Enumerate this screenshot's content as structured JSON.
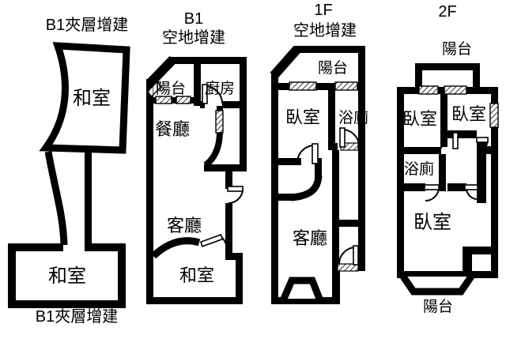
{
  "page": {
    "background": "#ffffff",
    "wall_color": "#000000",
    "type": "apartment floor plans, 4 levels"
  },
  "plans": {
    "b1_mezzanine": {
      "title_top": "B1夾層增建",
      "title_bottom": "B1夾層增建",
      "rooms": {
        "upper": "和室",
        "lower": "和室"
      }
    },
    "b1_annex": {
      "title_line1": "B1",
      "title_line2": "空地增建",
      "rooms": {
        "balcony": "陽台",
        "kitchen": "廚房",
        "dining": "餐廳",
        "living": "客廳",
        "tatami": "和室"
      }
    },
    "f1": {
      "title_line1": "1F",
      "title_line2": "空地增建",
      "rooms": {
        "balcony": "陽台",
        "bedroom": "臥室",
        "bath": "浴廁",
        "living": "客廳"
      }
    },
    "f2": {
      "title": "2F",
      "rooms": {
        "balcony_top": "陽台",
        "bedroom_left": "臥室",
        "bedroom_right": "臥室",
        "bath": "浴廁",
        "bedroom_main": "臥室",
        "balcony_bottom": "陽台"
      }
    }
  }
}
